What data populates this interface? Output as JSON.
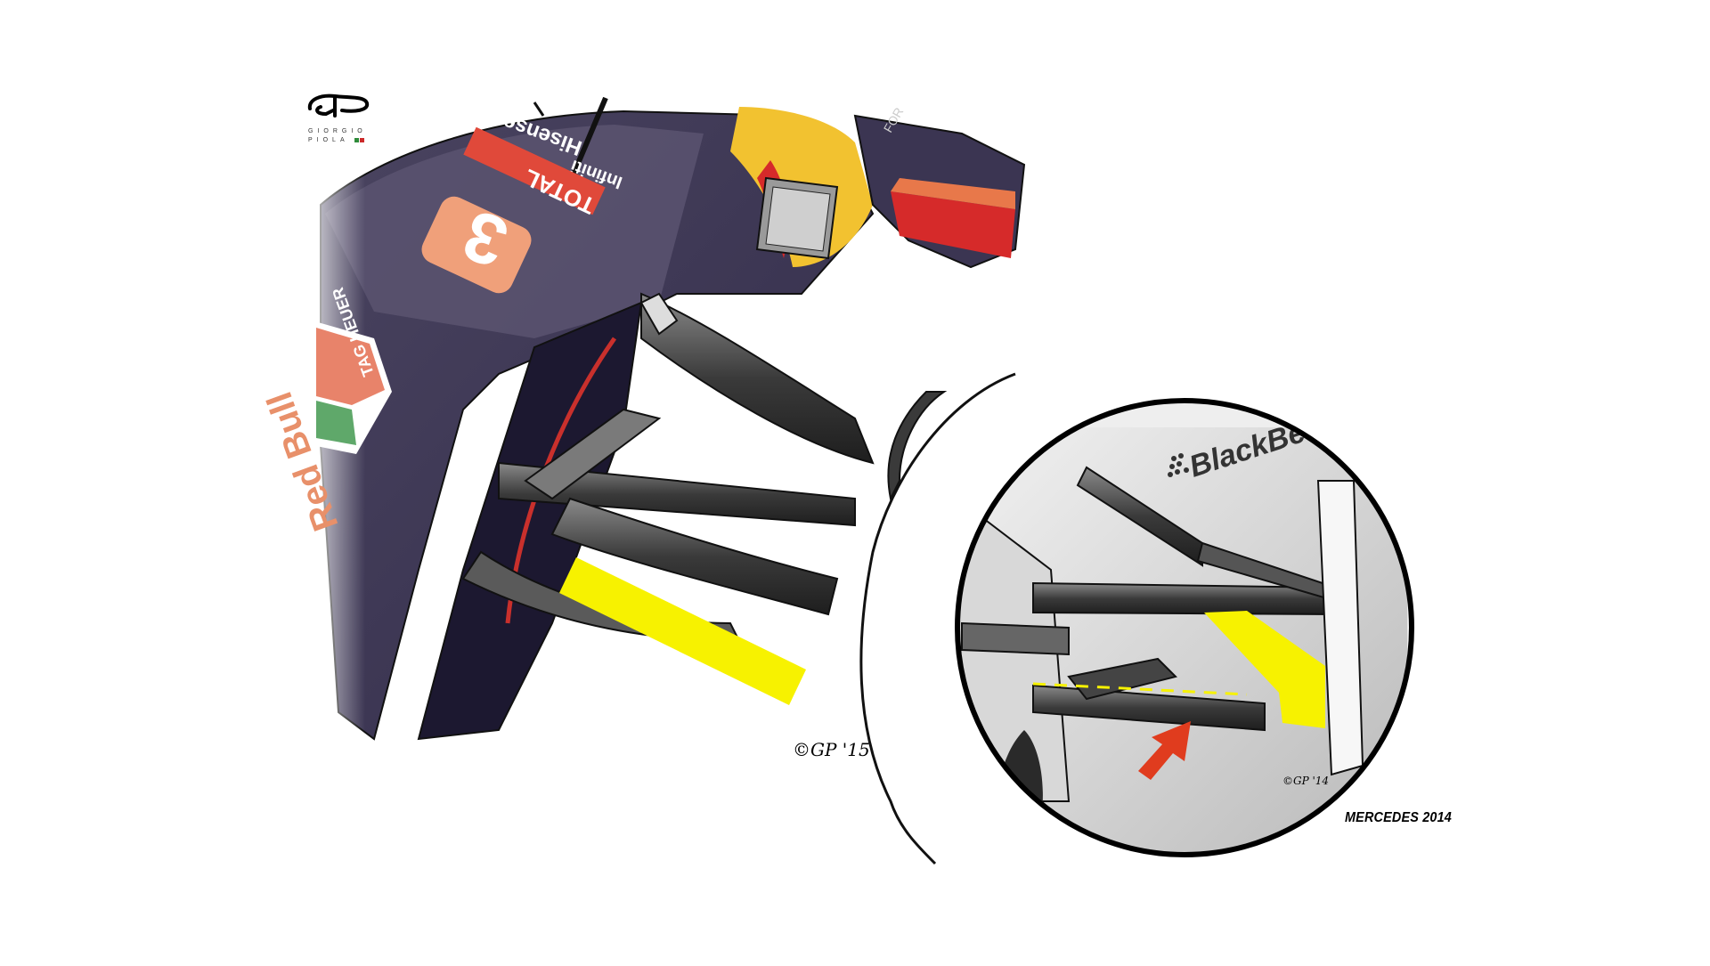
{
  "figure": {
    "type": "technical-illustration",
    "subject": "Red Bull front suspension vs Mercedes 2014 front suspension"
  },
  "logo": {
    "line1": "GIORGIO",
    "line2": "PIOLA",
    "flag_colors": [
      "#2e8b3a",
      "#cc2a2a"
    ]
  },
  "livery": {
    "car_number": "3",
    "sponsors": [
      "TOTAL",
      "Infiniti",
      "Hisense",
      "TAG HEUER",
      "Red Bull",
      "FOR"
    ],
    "colors": {
      "body": "#3b3552",
      "body_light": "#6a6378",
      "yellow": "#f2c230",
      "red": "#d62a2a",
      "orange": "#e8784a",
      "number_fill": "#f0a07a"
    }
  },
  "main_view": {
    "highlight_bar_color": "#f7f200",
    "signature": "©GP '15"
  },
  "inset": {
    "label": "MERCEDES 2014",
    "sponsor": "BlackBerry",
    "highlight_color": "#f7f200",
    "arrow_color": "#e03c1e",
    "signature": "©GP '14"
  }
}
